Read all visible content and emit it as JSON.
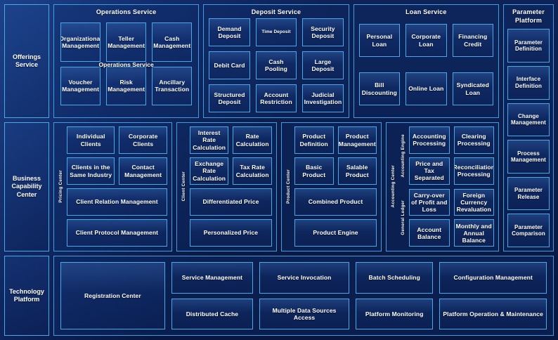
{
  "rows": {
    "offerings": {
      "rail_label": "Offerings\nService",
      "rail_label_line1": "Offerings",
      "rail_label_line2": "Service",
      "panels": [
        {
          "title": "Operations Service",
          "ghost_title": "Operations Service",
          "items": [
            {
              "label": "Organizational Management"
            },
            {
              "label": "Teller Management"
            },
            {
              "label": "Cash Management"
            },
            {
              "label": "Voucher Management"
            },
            {
              "label": "Risk Management"
            },
            {
              "label": "Ancillary Transaction"
            }
          ]
        },
        {
          "title": "Deposit Service",
          "items": [
            {
              "label": "Demand Deposit"
            },
            {
              "label": "Time Deposit",
              "small": true
            },
            {
              "label": "Security Deposit"
            },
            {
              "label": "Debit Card"
            },
            {
              "label": "Cash Pooling"
            },
            {
              "label": "Large Deposit"
            },
            {
              "label": "Structured Deposit"
            },
            {
              "label": "Account Restriction"
            },
            {
              "label": "Judicial Investigation"
            }
          ]
        },
        {
          "title": "Loan Service",
          "items": [
            {
              "label": "Personal Loan"
            },
            {
              "label": "Corporate Loan"
            },
            {
              "label": "Financing Credit"
            },
            {
              "label": "Bill Discounting"
            },
            {
              "label": "Online Loan"
            },
            {
              "label": "Syndicated Loan"
            }
          ]
        }
      ]
    },
    "parameter_platform": {
      "title_line1": "Parameter",
      "title_line2": "Platform",
      "items": [
        {
          "label": "Parameter Definition"
        },
        {
          "label": "Interface Definition"
        },
        {
          "label": "Change Management"
        },
        {
          "label": "Process Management"
        },
        {
          "label": "Parameter Release"
        },
        {
          "label": "Parameter Comparison"
        }
      ]
    },
    "business_capability": {
      "rail_label_line1": "Business",
      "rail_label_line2": "Capability",
      "rail_label_line3": "Center",
      "centers": [
        {
          "vlabel": "Pricing Center",
          "items": [
            {
              "label": "Individual Clients"
            },
            {
              "label": "Corporate Clients"
            },
            {
              "label": "Clients in the Same Industry"
            },
            {
              "label": "Contact Management"
            },
            {
              "label": "Client Relation Management",
              "span": 2
            },
            {
              "label": "Client Protocol Management",
              "span": 2
            }
          ]
        },
        {
          "vlabel": "Client Center",
          "items": [
            {
              "label": "Interest Rate Calculation"
            },
            {
              "label": "Rate Calculation"
            },
            {
              "label": "Exchange Rate Calculation"
            },
            {
              "label": "Tax Rate Calculation"
            },
            {
              "label": "Differentiated Price",
              "span": 2
            },
            {
              "label": "Personalized Price",
              "span": 2
            }
          ]
        },
        {
          "vlabel": "Product Center",
          "items": [
            {
              "label": "Product Definition"
            },
            {
              "label": "Product Management"
            },
            {
              "label": "Basic Product"
            },
            {
              "label": "Salable Product"
            },
            {
              "label": "Combined Product",
              "span": 2
            },
            {
              "label": "Product Engine",
              "span": 2
            }
          ]
        }
      ],
      "accounting_center": {
        "vlabel": "Accounting Center",
        "blocks": [
          {
            "vlabel": "Accounting Engine",
            "items": [
              {
                "label": "Accounting Processing"
              },
              {
                "label": "Clearing Processing"
              },
              {
                "label": "Price and Tax Separated"
              },
              {
                "label": "Reconciliation Processing"
              }
            ]
          },
          {
            "vlabel": "General Ledger",
            "items": [
              {
                "label": "Carry-over of Profit and Loss"
              },
              {
                "label": "Foreign Currency Revaluation"
              },
              {
                "label": "Account Balance"
              },
              {
                "label": "Monthly and Annual Balance"
              }
            ]
          }
        ]
      }
    },
    "technology_platform": {
      "rail_label_line1": "Technology",
      "rail_label_line2": "Platform",
      "registration": {
        "label": "Registration Center"
      },
      "columns": [
        {
          "items": [
            {
              "label": "Service Management"
            },
            {
              "label": "Distributed Cache"
            }
          ]
        },
        {
          "items": [
            {
              "label": "Service Invocation"
            },
            {
              "label": "Multiple Data Sources Access"
            }
          ]
        },
        {
          "items": [
            {
              "label": "Batch Scheduling"
            },
            {
              "label": "Platform Monitoring"
            }
          ]
        },
        {
          "items": [
            {
              "label": "Configuration Management"
            },
            {
              "label": "Platform Operation & Maintenance"
            }
          ]
        }
      ]
    }
  },
  "colors": {
    "background": "#0a1c48",
    "border": "#4aa8e6",
    "panel_border": "#3f9ce0",
    "text": "#ffffff"
  }
}
